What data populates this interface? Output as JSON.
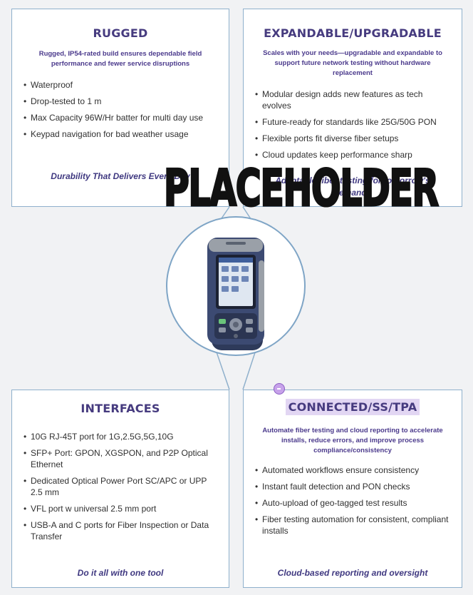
{
  "placeholder": "PLACEHOLDER",
  "colors": {
    "title": "#463b7f",
    "accent_purple": "#4b3a8c",
    "border": "#8fb0cc",
    "highlight": "#e2d6f3"
  },
  "cards": {
    "rugged": {
      "title": "RUGGED",
      "subtitle": "Rugged, IP54-rated build ensures dependable field performance and fewer service disruptions",
      "items": [
        "Waterproof",
        "Drop-tested to 1 m",
        "Max Capacity 96W/Hr batter for multi day use",
        "Keypad navigation for bad weather usage"
      ],
      "tagline": "Durability That Delivers Every Day"
    },
    "expandable": {
      "title": "EXPANDABLE/UPGRADABLE",
      "subtitle": "Scales with your needs—upgradable and expandable to support future network testing without hardware replacement",
      "items": [
        "Modular design adds new features as tech evolves",
        "Future-ready for standards like 25G/50G PON",
        "Flexible ports fit diverse fiber setups",
        "Cloud updates keep performance sharp"
      ],
      "tagline": "Adaptable fiber testing for tomorrow's demands"
    },
    "interfaces": {
      "title": "INTERFACES",
      "items": [
        "10G RJ-45T port for 1G,2.5G,5G,10G",
        "SFP+ Port: GPON, XGSPON, and P2P Optical Ethernet",
        "Dedicated Optical Power Port SC/APC or UPP 2.5 mm",
        "VFL port w universal 2.5 mm port",
        "USB-A and C ports for Fiber Inspection or Data Transfer"
      ],
      "tagline": "Do it all with one tool"
    },
    "connected": {
      "title": "CONNECTED/SS/TPA",
      "subtitle": "Automate fiber testing and cloud reporting to accelerate installs, reduce errors, and improve process compliance/consistency",
      "items": [
        "Automated workflows ensure consistency",
        "Instant fault detection and PON checks",
        "Auto-upload of geo-tagged test results",
        "Fiber testing automation for consistent, compliant installs"
      ],
      "tagline": "Cloud-based reporting and oversight"
    }
  },
  "device": {
    "icon": "handheld-fiber-tester-icon"
  }
}
